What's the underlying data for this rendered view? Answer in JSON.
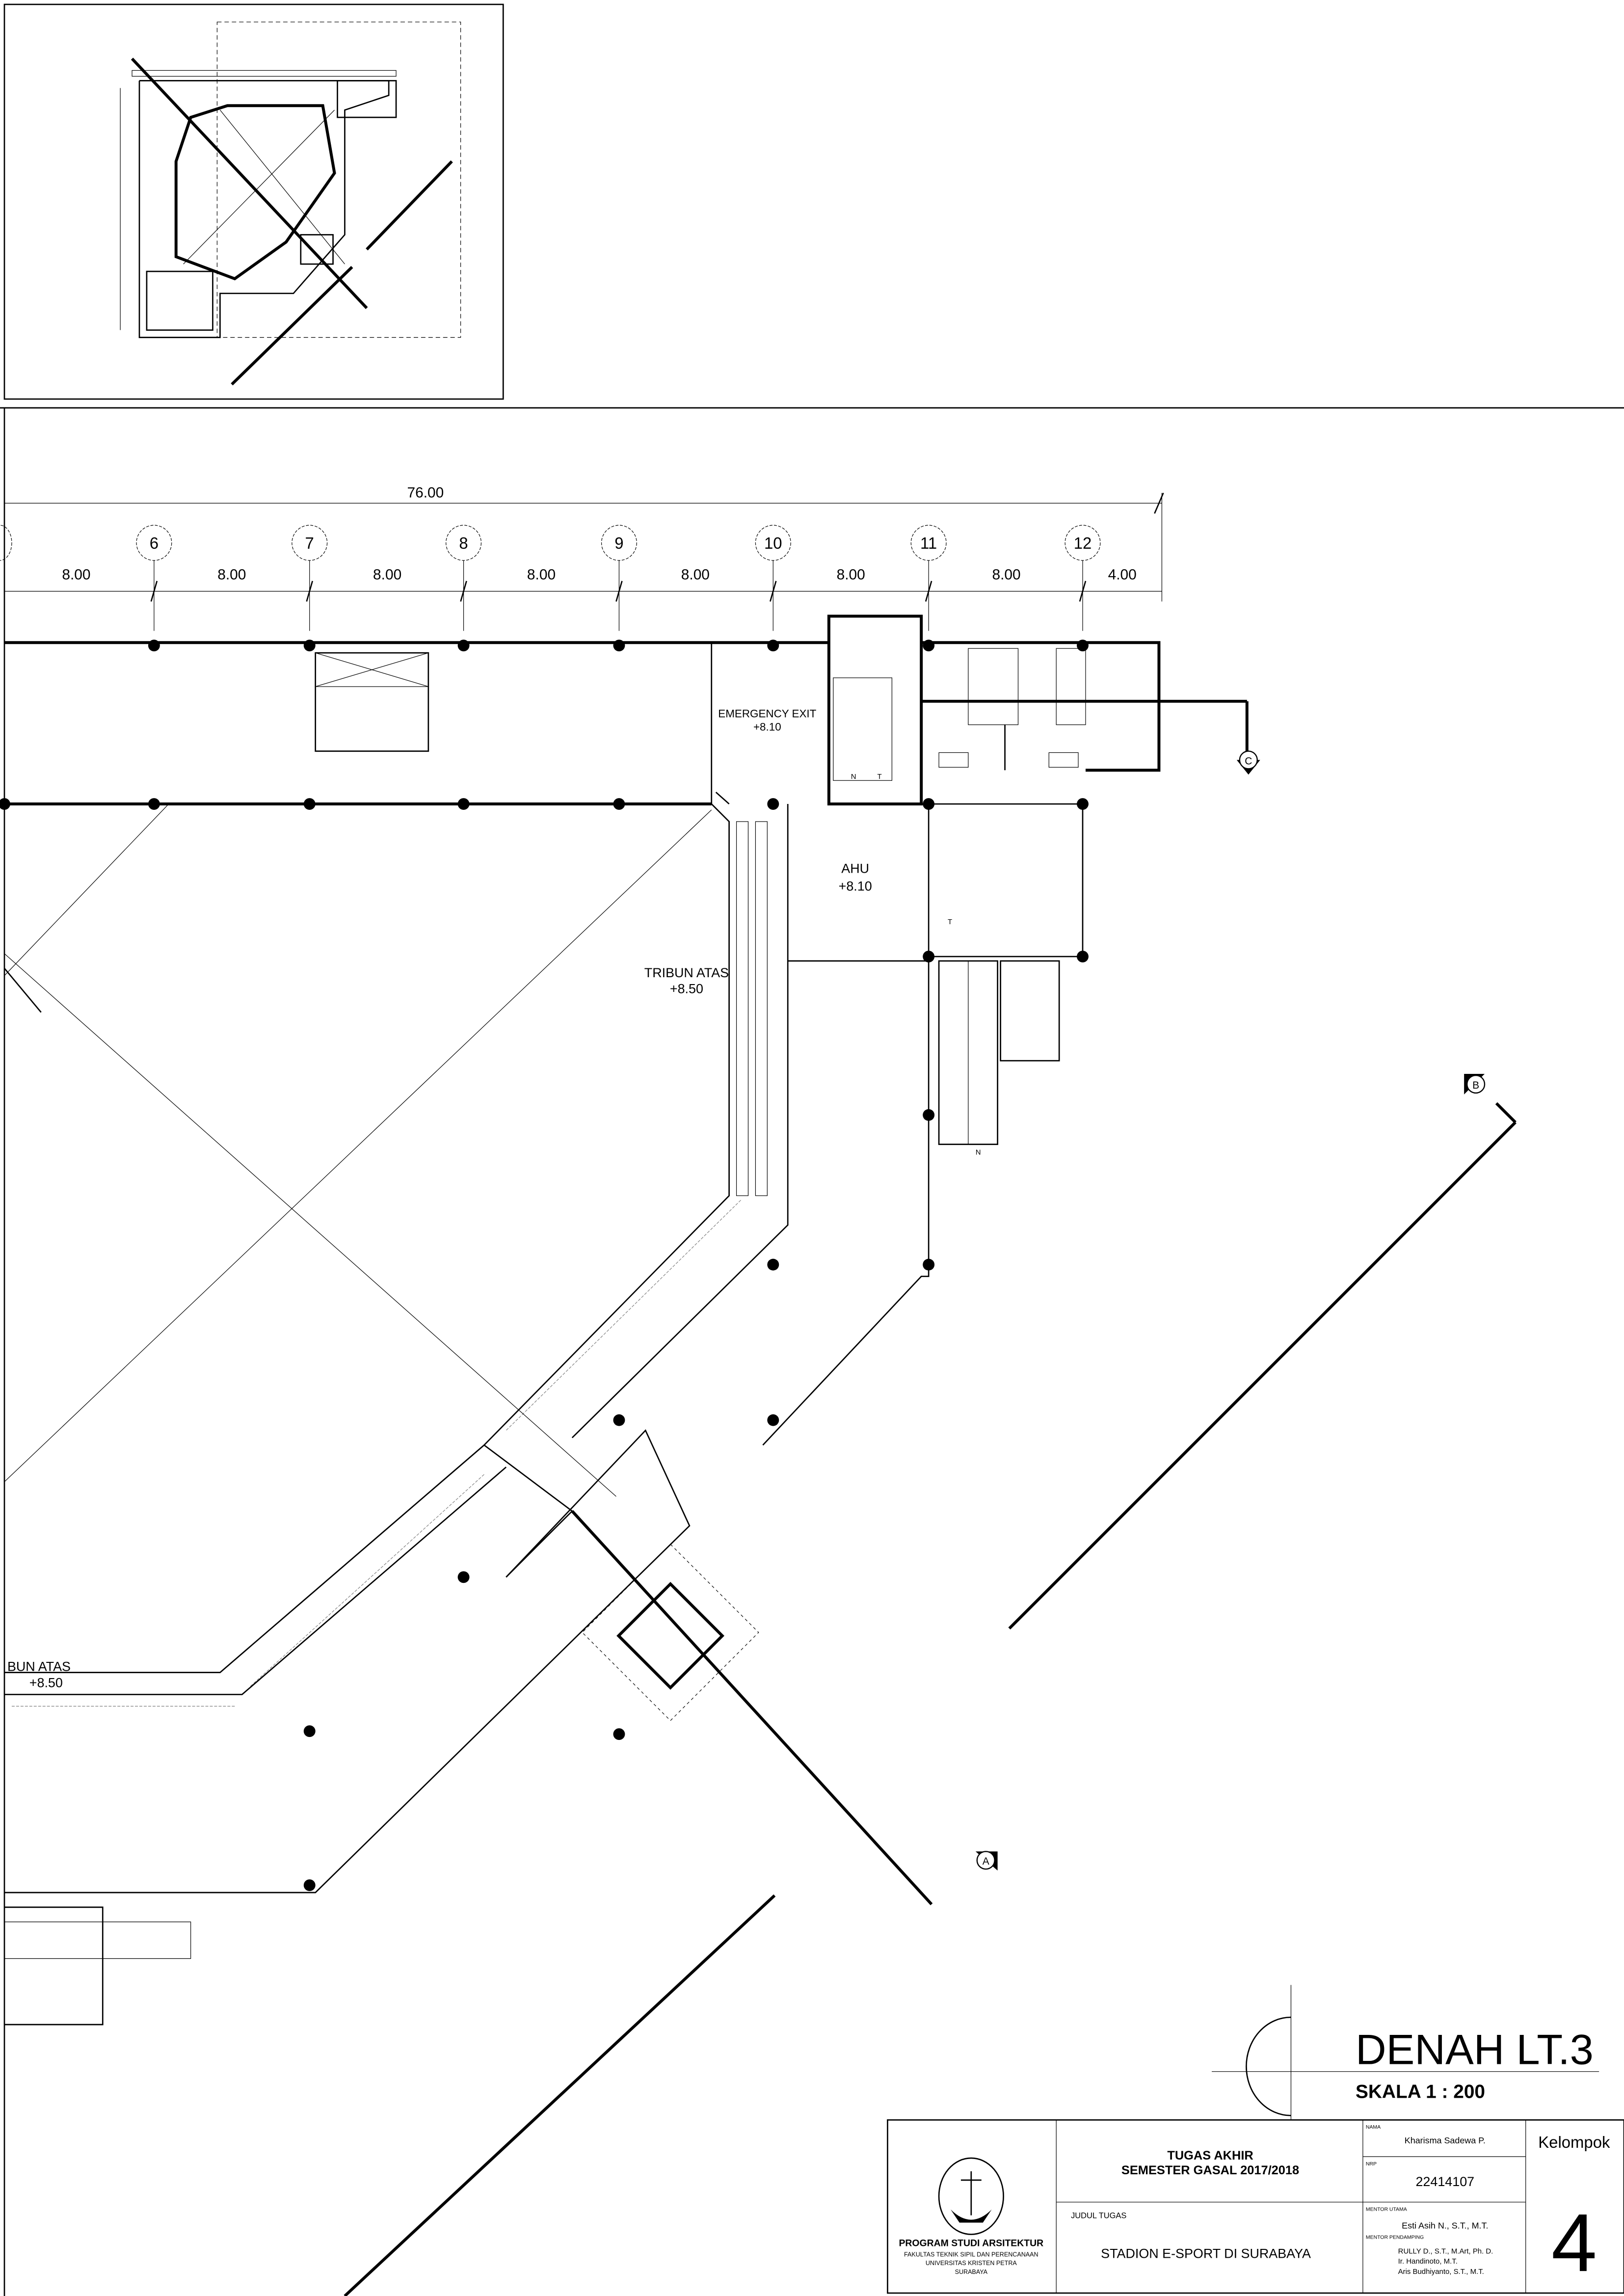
{
  "drawing": {
    "title": "DENAH LT.3",
    "scale": "SKALA  1 : 200",
    "total_dimension": "76.00",
    "grid_labels": [
      "6",
      "7",
      "8",
      "9",
      "10",
      "11",
      "12"
    ],
    "span_dimensions": [
      "8.00",
      "8.00",
      "8.00",
      "8.00",
      "8.00",
      "8.00",
      "8.00",
      "4.00"
    ],
    "rooms": {
      "emergency_exit": {
        "name": "EMERGENCY EXIT",
        "level": "+8.10"
      },
      "ahu": {
        "name": "AHU",
        "level": "+8.10"
      },
      "tribun_atas": {
        "name": "TRIBUN ATAS",
        "level": "+8.50"
      },
      "tribun_atas_partial": {
        "name": "BUN ATAS",
        "level": "+8.50"
      }
    },
    "stair_marks": {
      "down": "N",
      "up": "T"
    },
    "section_markers": [
      "A",
      "B",
      "C"
    ]
  },
  "title_block": {
    "logo_text": "UNIVERSITAS KRISTEN PETRA",
    "program": "PROGRAM STUDI ARSITEKTUR",
    "faculty": "FAKULTAS TEKNIK SIPIL DAN PERENCANAAN",
    "university": "UNIVERSITAS KRISTEN PETRA",
    "city": "SURABAYA",
    "course": "TUGAS AKHIR",
    "semester": "SEMESTER GASAL 2017/2018",
    "judul_label": "JUDUL TUGAS",
    "judul": "STADION E-SPORT DI SURABAYA",
    "nama_label": "NAMA",
    "nama": "Kharisma Sadewa P.",
    "nrp_label": "NRP",
    "nrp": "22414107",
    "mentor_utama_label": "MENTOR UTAMA",
    "mentor_utama": "Esti Asih N., S.T., M.T.",
    "mentor_pendamping_label": "MENTOR PENDAMPING",
    "mentor_pendamping": [
      "RULLY D., S.T., M.Art, Ph. D.",
      "Ir. Handinoto, M.T.",
      "Aris Budhiyanto, S.T., M.T."
    ],
    "kelompok_label": "Kelompok",
    "kelompok": "4"
  }
}
